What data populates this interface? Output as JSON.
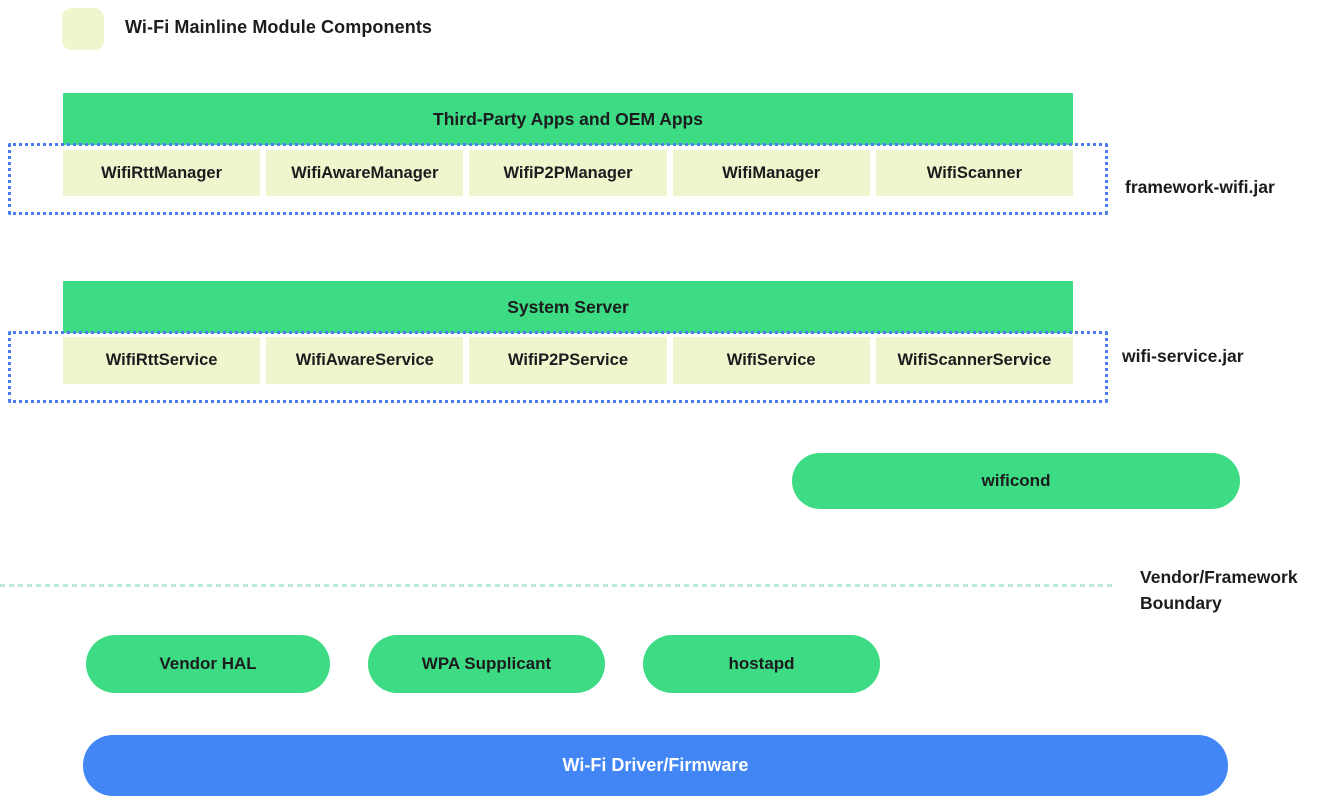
{
  "title": "Wi-Fi Mainline Module Components",
  "colors": {
    "green": "#3ddc84",
    "light_module": "#edf6cd",
    "driver_blue": "#4285f4",
    "jar_border_blue": "#4a7cf0",
    "boundary_mint": "#b9ecd2",
    "text": "#1c1c1e",
    "driver_text": "#ffffff"
  },
  "legend": {
    "label": "Wi-Fi Mainline Module Components"
  },
  "groups": [
    {
      "header": "Third-Party Apps and OEM Apps",
      "jar_label": "framework-wifi.jar",
      "boxes": [
        "WifiRttManager",
        "WifiAwareManager",
        "WifiP2PManager",
        "WifiManager",
        "WifiScanner"
      ]
    },
    {
      "header": "System Server",
      "jar_label": "wifi-service.jar",
      "boxes": [
        "WifiRttService",
        "WifiAwareService",
        "WifiP2PService",
        "WifiService",
        "WifiScannerService"
      ]
    }
  ],
  "wificond": {
    "label": "wificond"
  },
  "boundary": {
    "label": "Vendor/Framework\nBoundary"
  },
  "vendor_pills": [
    "Vendor HAL",
    "WPA Supplicant",
    "hostapd"
  ],
  "driver": {
    "label": "Wi-Fi Driver/Firmware"
  }
}
